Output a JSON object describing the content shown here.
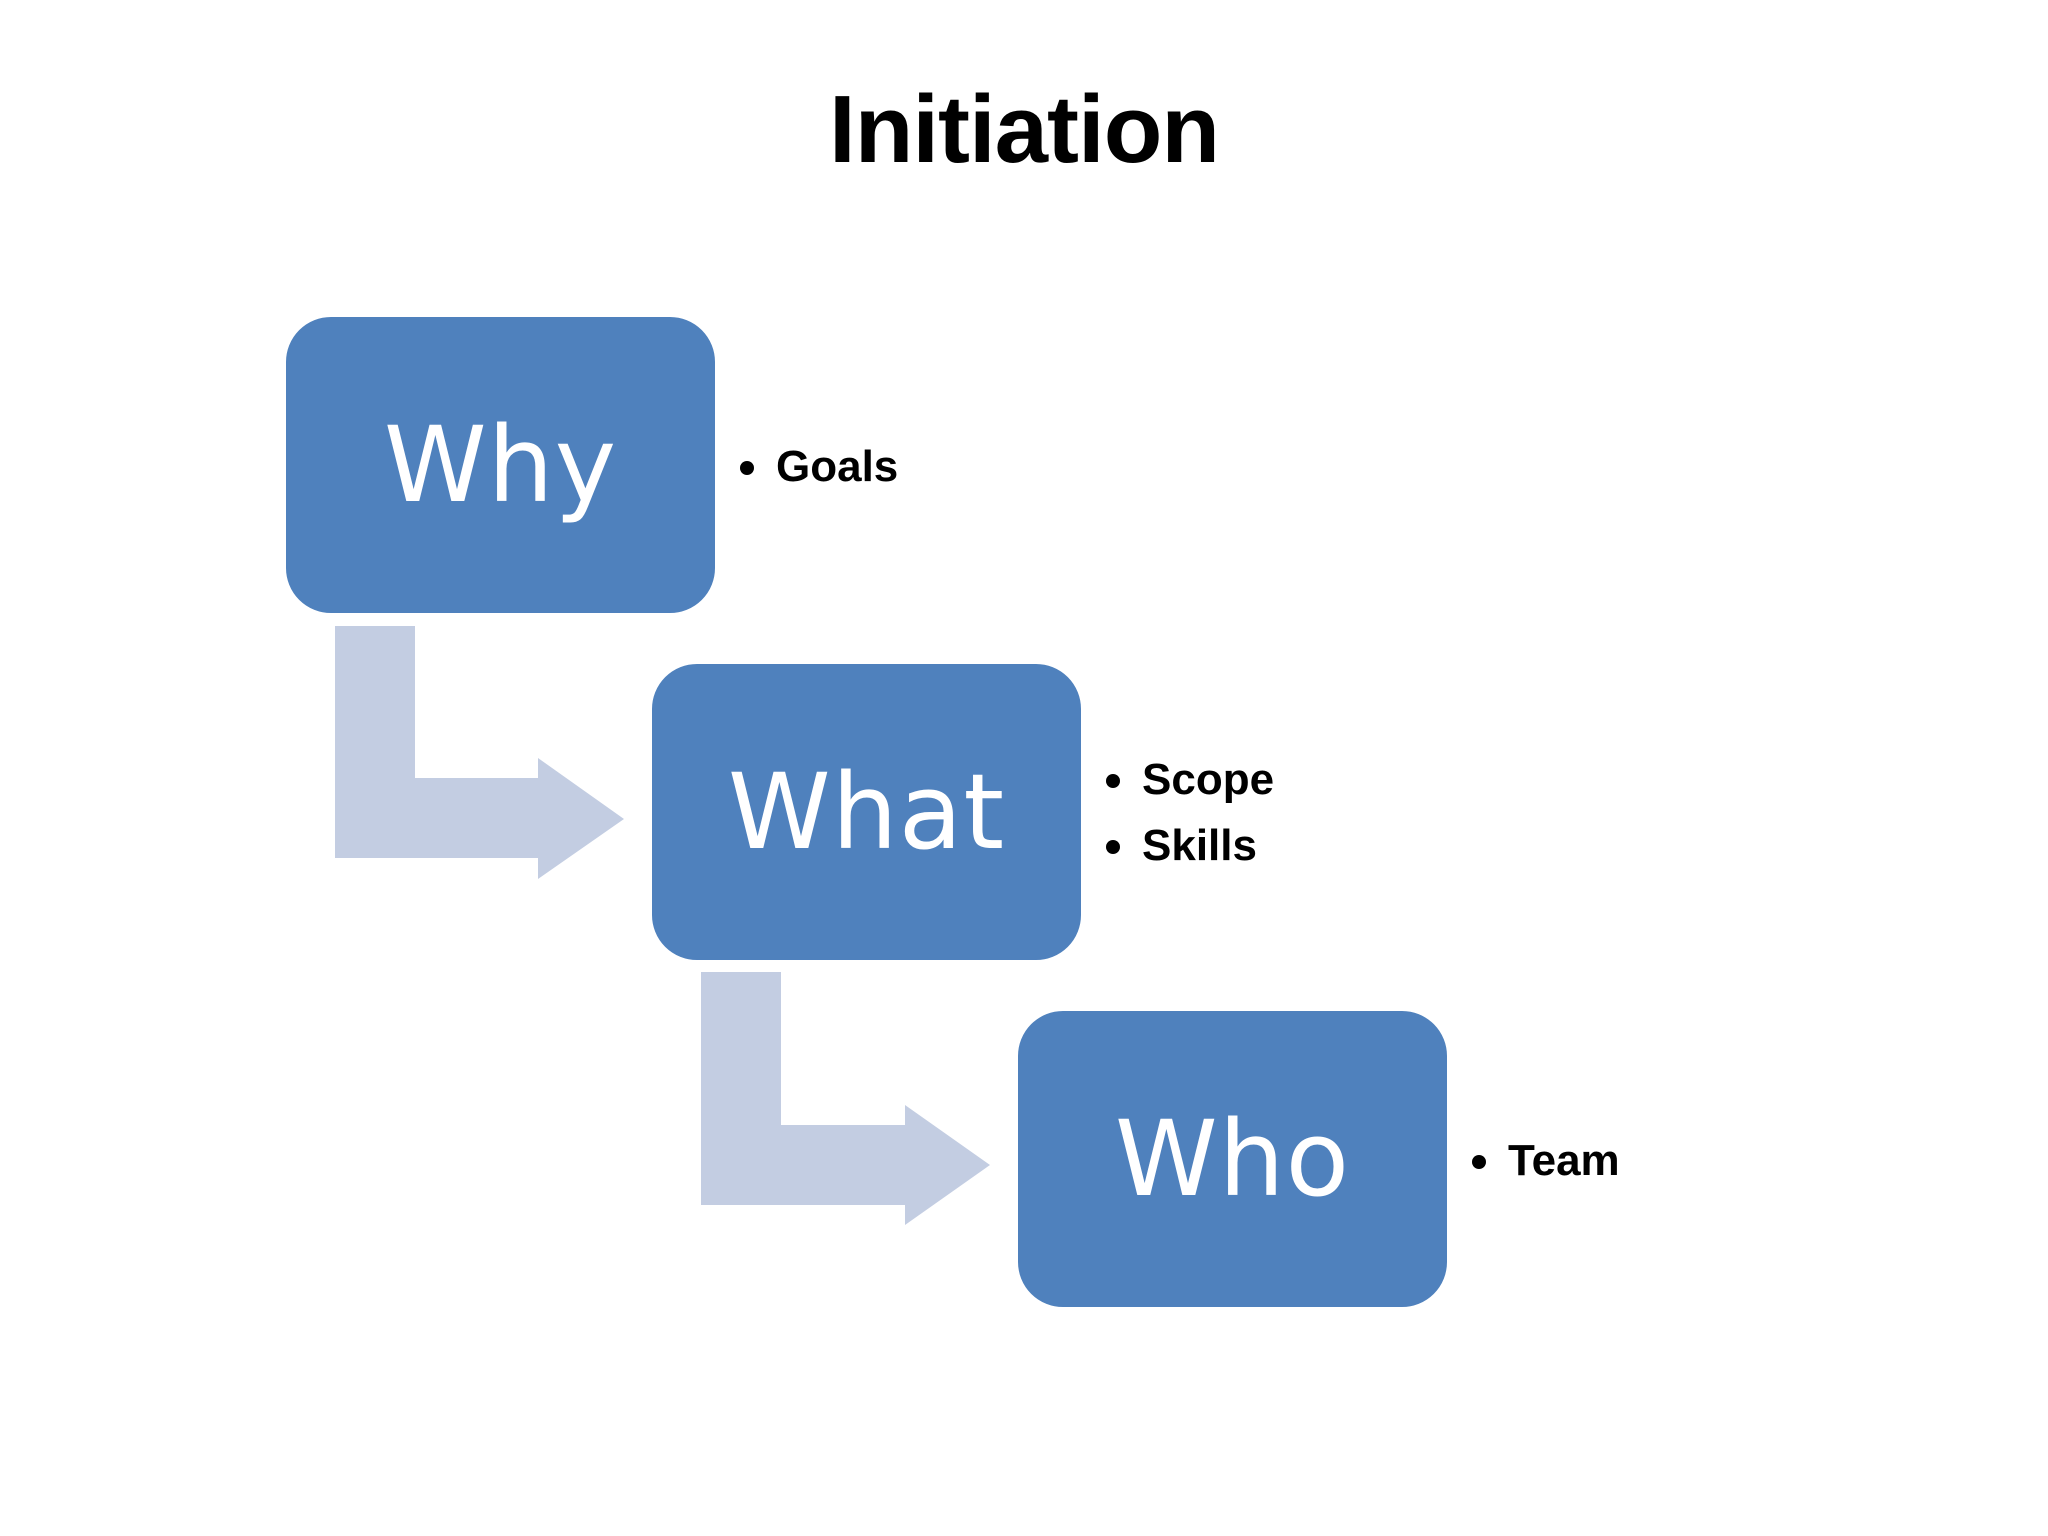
{
  "slide": {
    "title": "Initiation"
  },
  "colors": {
    "box_fill": "#4f81bd",
    "connector_fill": "#c3cde2",
    "text": "#000000",
    "box_text": "#ffffff"
  },
  "steps": [
    {
      "label": "Why",
      "bullets": [
        "Goals"
      ]
    },
    {
      "label": "What",
      "bullets": [
        "Scope",
        "Skills"
      ]
    },
    {
      "label": "Who",
      "bullets": [
        "Team"
      ]
    }
  ]
}
